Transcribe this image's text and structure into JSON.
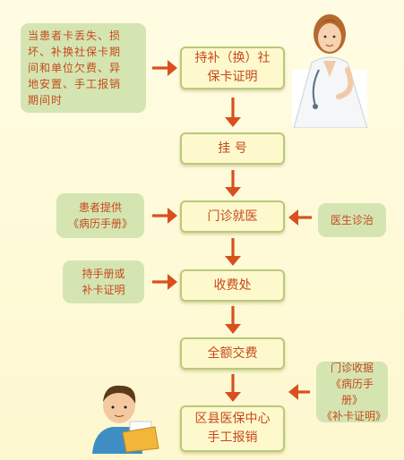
{
  "flow": {
    "steps": [
      {
        "id": "replace-card",
        "label": "持补（换）社\n保卡证明"
      },
      {
        "id": "register",
        "label": "挂  号"
      },
      {
        "id": "outpatient",
        "label": "门诊就医"
      },
      {
        "id": "cashier",
        "label": "收费处"
      },
      {
        "id": "full-payment",
        "label": "全额交费"
      },
      {
        "id": "district-center",
        "label": "区县医保中心\n手工报销"
      }
    ],
    "notes": {
      "card_loss_condition": "当患者卡丢失、损\n坏、补换社保卡期\n间和单位欠费、异\n地安置、手工报销\n期间时",
      "patient_provides": "患者提供\n《病历手册》",
      "doctor_diagnosis": "医生诊治",
      "hold_handbook": "持手册或\n补卡证明",
      "outpatient_receipt": "门诊收据\n《病历手册》\n《补卡证明》"
    }
  },
  "colors": {
    "arrow": "#d9501f",
    "text": "#c7491a",
    "box_fill": "#fdf9cd",
    "box_border": "#b9c97a",
    "side_fill": "#d4e5b2"
  },
  "icons": {
    "doctor": "doctor-illustration",
    "patient": "patient-with-folder-illustration"
  }
}
